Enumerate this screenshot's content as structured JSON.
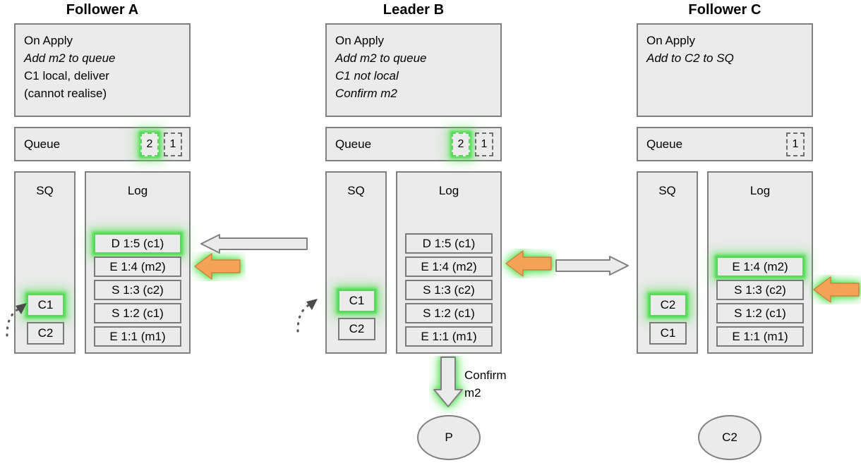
{
  "diagram": {
    "title_style": "raft-queue-replication-states",
    "accent_highlight": "#4ce04c",
    "accent_arrow": "#f5a356",
    "box_fill": "#ebebeb",
    "box_border": "#808080"
  },
  "nodes": [
    {
      "id": "follower-a",
      "title": "Follower A",
      "apply": {
        "lines": [
          {
            "text": "On Apply",
            "italic": false
          },
          {
            "text": "Add m2 to queue",
            "italic": true
          },
          {
            "text": "C1 local, deliver",
            "italic": false
          },
          {
            "text": "(cannot realise)",
            "italic": false
          }
        ]
      },
      "queue": {
        "label": "Queue",
        "slots": [
          {
            "value": "2",
            "highlight": true
          },
          {
            "value": "1",
            "highlight": false
          }
        ]
      },
      "sq": {
        "header": "SQ",
        "items": [
          {
            "value": "C1",
            "highlight": true
          },
          {
            "value": "C2",
            "highlight": false
          }
        ]
      },
      "log": {
        "header": "Log",
        "entries": [
          {
            "value": "D 1:5 (c1)",
            "highlight": true
          },
          {
            "value": "E 1:4 (m2)",
            "highlight": false
          },
          {
            "value": "S 1:3 (c2)",
            "highlight": false
          },
          {
            "value": "S 1:2 (c1)",
            "highlight": false
          },
          {
            "value": "E 1:1 (m1)",
            "highlight": false
          }
        ]
      }
    },
    {
      "id": "leader-b",
      "title": "Leader B",
      "apply": {
        "lines": [
          {
            "text": "On Apply",
            "italic": false
          },
          {
            "text": "Add m2 to queue",
            "italic": true
          },
          {
            "text": "C1 not local",
            "italic": true
          },
          {
            "text": "Confirm m2",
            "italic": true
          }
        ]
      },
      "queue": {
        "label": "Queue",
        "slots": [
          {
            "value": "2",
            "highlight": true
          },
          {
            "value": "1",
            "highlight": false
          }
        ]
      },
      "sq": {
        "header": "SQ",
        "items": [
          {
            "value": "C1",
            "highlight": true
          },
          {
            "value": "C2",
            "highlight": false
          }
        ]
      },
      "log": {
        "header": "Log",
        "entries": [
          {
            "value": "D 1:5 (c1)",
            "highlight": false
          },
          {
            "value": "E 1:4 (m2)",
            "highlight": false
          },
          {
            "value": "S 1:3 (c2)",
            "highlight": false
          },
          {
            "value": "S 1:2 (c1)",
            "highlight": false
          },
          {
            "value": "E 1:1 (m1)",
            "highlight": false
          }
        ]
      }
    },
    {
      "id": "follower-c",
      "title": "Follower C",
      "apply": {
        "lines": [
          {
            "text": "On Apply",
            "italic": false
          },
          {
            "text": "Add to C2 to SQ",
            "italic": true
          }
        ]
      },
      "queue": {
        "label": "Queue",
        "slots": [
          {
            "value": "1",
            "highlight": false
          }
        ]
      },
      "sq": {
        "header": "SQ",
        "items": [
          {
            "value": "C2",
            "highlight": true
          },
          {
            "value": "C1",
            "highlight": false
          }
        ]
      },
      "log": {
        "header": "Log",
        "entries": [
          {
            "value": "E 1:4 (m2)",
            "highlight": true
          },
          {
            "value": "S 1:3 (c2)",
            "highlight": false
          },
          {
            "value": "S 1:2 (c1)",
            "highlight": false
          },
          {
            "value": "E 1:1 (m1)",
            "highlight": false
          }
        ]
      }
    }
  ],
  "annotations": {
    "confirm_label": "Confirm\nm2",
    "process_node": "P",
    "client_node": "C2"
  }
}
